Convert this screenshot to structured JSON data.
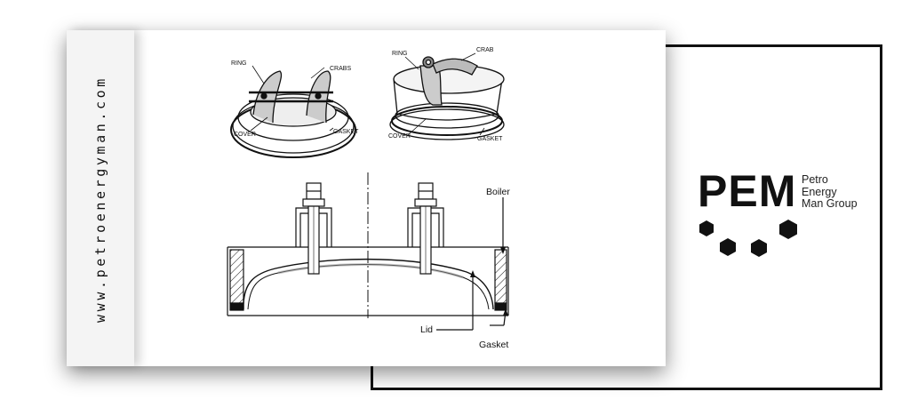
{
  "website": "www.petroenergyman.com",
  "labels": {
    "top_left": {
      "ring": "RING",
      "crabs": "CRABS",
      "cover": "COVER",
      "gasket": "GASKET"
    },
    "top_right": {
      "ring": "RING",
      "crab": "CRAB",
      "cover": "COVER",
      "gasket": "GASKET"
    },
    "section": {
      "boiler": "Boiler",
      "lid": "Lid",
      "gasket": "Gasket"
    }
  },
  "logo": {
    "mark": "PEM",
    "line1": "Petro",
    "line2": "Energy",
    "line3": "Man Group"
  },
  "colors": {
    "ink": "#111111",
    "card": "#ffffff",
    "spine": "#f4f4f4",
    "frame": "#111111"
  }
}
